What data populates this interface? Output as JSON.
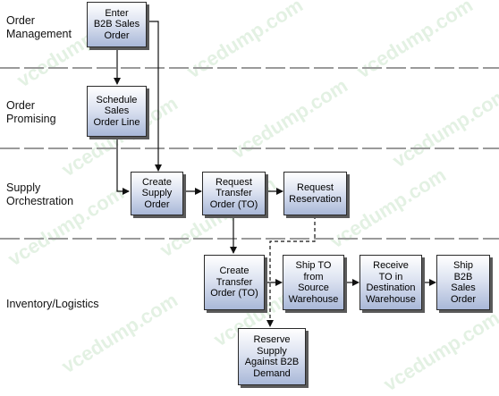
{
  "lanes": {
    "order_management": "Order\nManagement",
    "order_promising": "Order\nPromising",
    "supply_orchestration": "Supply\nOrchestration",
    "inventory_logistics": "Inventory/Logistics"
  },
  "boxes": {
    "enter_b2b_sales_order": "Enter\nB2B Sales\nOrder",
    "schedule_sales_order_line": "Schedule\nSales\nOrder Line",
    "create_supply_order": "Create\nSupply\nOrder",
    "request_transfer_order": "Request\nTransfer\nOrder (TO)",
    "request_reservation": "Request\nReservation",
    "create_transfer_order": "Create\nTransfer\nOrder (TO)",
    "ship_to_from_source": "Ship TO\nfrom\nSource\nWarehouse",
    "receive_to_destination": "Receive\nTO in\nDestination\nWarehouse",
    "ship_b2b_sales_order": "Ship\nB2B\nSales\nOrder",
    "reserve_supply": "Reserve\nSupply\nAgainst B2B\nDemand"
  },
  "watermark": "vcedump.com"
}
